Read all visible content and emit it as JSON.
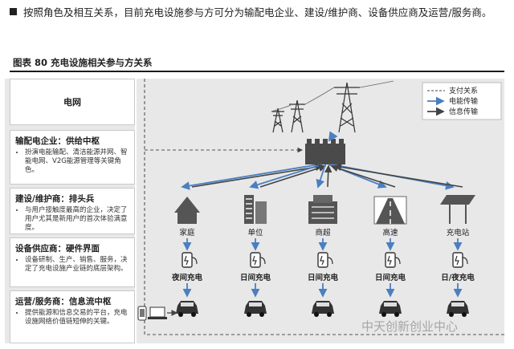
{
  "intro_text": "按照角色及相互关系，目前充电设施参与方可分为输配电企业、建设/维护商、设备供应商及运营/服务商。",
  "figure_title": "图表 80  充电设施相关参与方关系",
  "panels": {
    "grid": {
      "title": "电网"
    },
    "distribution": {
      "title": "输配电企业：供给中枢",
      "bullets": [
        "扮演电能输配、清洁能源并网、智能电网、V2G能源管理等关键角色。"
      ]
    },
    "construction": {
      "title": "建设/维护商：排头兵",
      "bullets": [
        "与用户接触度最高的企业，决定了用户尤其是新用户的首次体验满意度。"
      ]
    },
    "equipment": {
      "title": "设备供应商：硬件界面",
      "bullets": [
        "设备研制、生产、销售、服务，决定了充电设施产业链的底层架构。"
      ]
    },
    "operator": {
      "title": "运营/服务商：信息流中枢",
      "bullets": [
        "提供能源和信息交易的平台，充电设施网络价值链短伸的关键。"
      ]
    }
  },
  "legend": {
    "payment": "支付关系",
    "power": "电能传输",
    "info": "信息传输"
  },
  "sites": [
    "家庭",
    "单位",
    "商超",
    "高速",
    "充电站"
  ],
  "charge_times": [
    "夜间充电",
    "日间充电",
    "日间充电",
    "日间充电",
    "日/夜充电"
  ],
  "colors": {
    "power": "#4a7fc1",
    "info": "#444444",
    "panel_bg": "#e8e8e8"
  },
  "watermark": "中天创新创业中心"
}
